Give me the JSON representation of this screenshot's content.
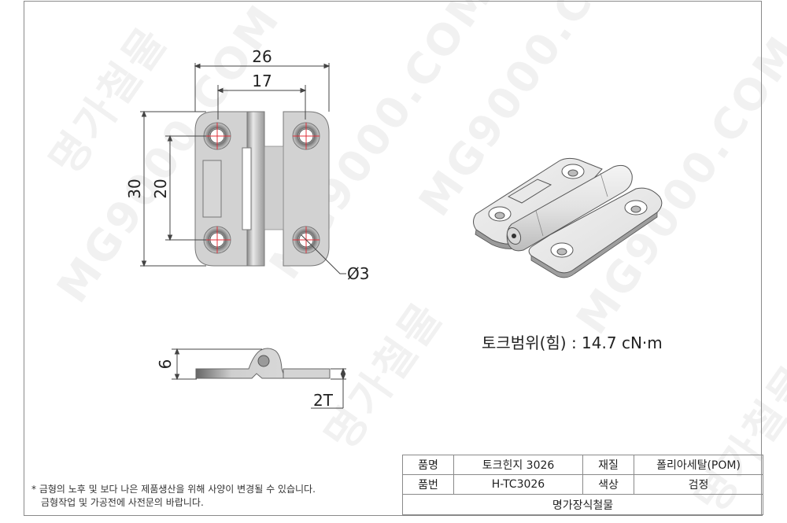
{
  "drawing": {
    "front_view": {
      "dim_overall_width": "26",
      "dim_hole_spacing_x": "17",
      "dim_overall_height": "30",
      "dim_hole_spacing_y": "20",
      "dim_hole_diameter": "Ø3"
    },
    "side_view": {
      "dim_height": "6",
      "dim_thickness": "2T"
    },
    "iso_view": {
      "label": "isometric-hinge"
    }
  },
  "torque": {
    "label": "토크범위(힘) : 14.7 cN·m"
  },
  "note": {
    "line1": "* 금형의 노후 및 보다 나은 제품생산을 위해 사양이 변경될 수 있습니다.",
    "line2": "금형작업 및 가공전에 사전문의 바랍니다."
  },
  "spec_table": {
    "rows": [
      {
        "h1": "품명",
        "v1": "토크힌지 3026",
        "h2": "재질",
        "v2": "폴리아세탈(POM)"
      },
      {
        "h1": "품번",
        "v1": "H-TC3026",
        "h2": "색상",
        "v2": "검정"
      }
    ],
    "footer": "명가장식철물"
  },
  "watermark": {
    "text_ko": "명가철물",
    "text_en": "MG9000.COM"
  },
  "colors": {
    "frame": "#8a8a8a",
    "metal_light": "#e2e2e2",
    "metal_mid": "#cfcfcf",
    "metal_dark": "#777777",
    "center_mark": "#e0303a",
    "dim_line": "#444444"
  }
}
